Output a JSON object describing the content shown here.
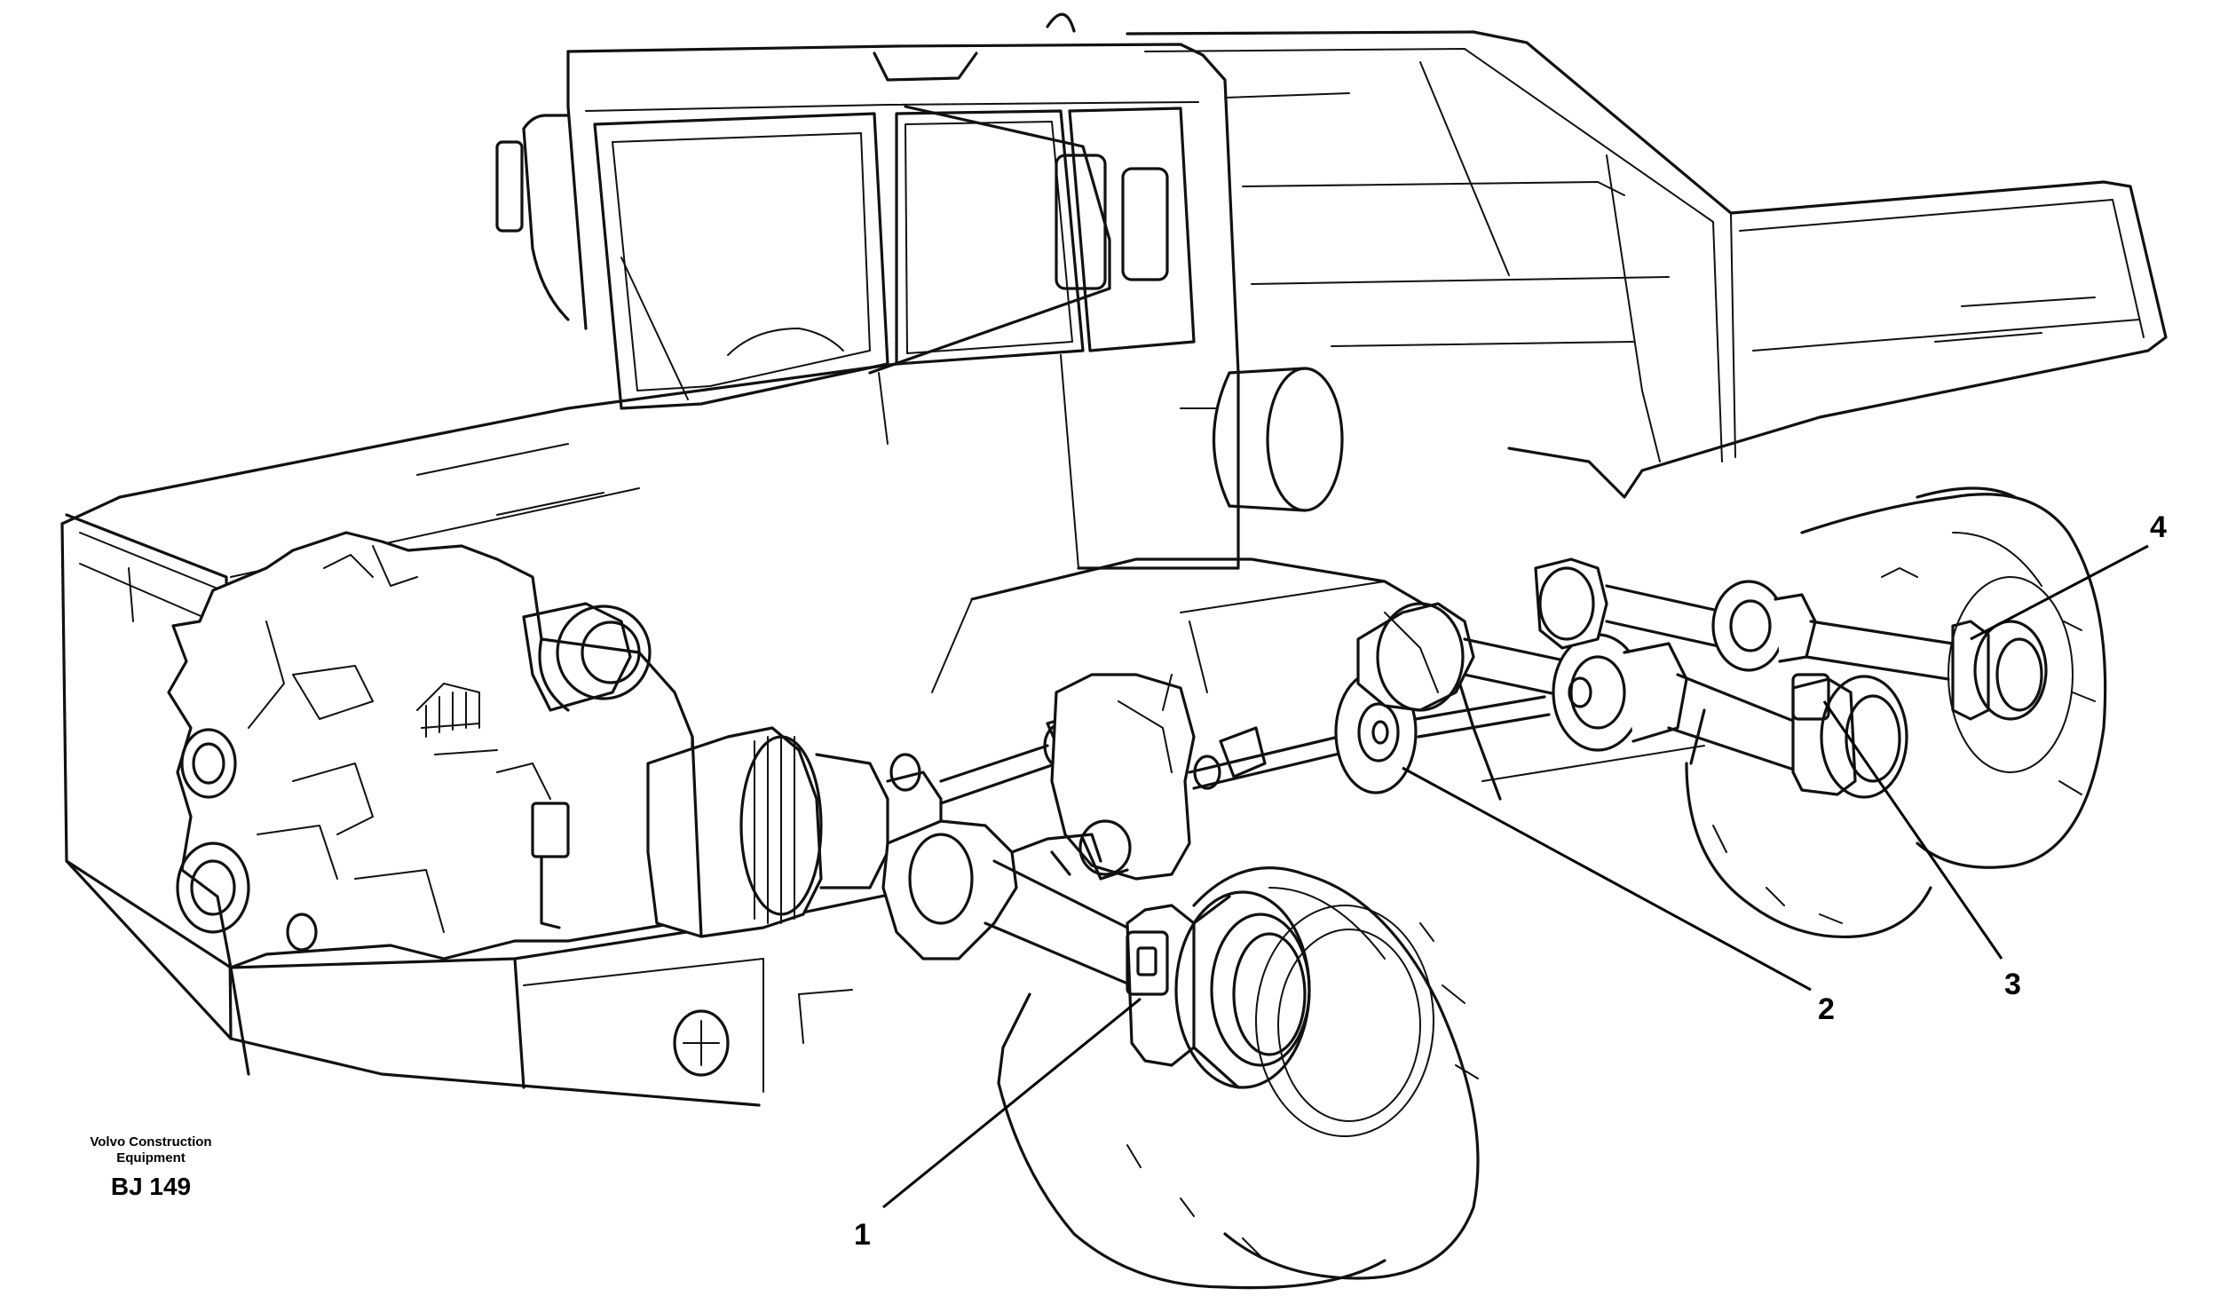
{
  "figure": {
    "callouts": [
      {
        "id": "1",
        "label": "1"
      },
      {
        "id": "2",
        "label": "2"
      },
      {
        "id": "3",
        "label": "3"
      },
      {
        "id": "4",
        "label": "4"
      }
    ]
  },
  "caption": {
    "brand_line1": "Volvo Construction",
    "brand_line2": "Equipment",
    "figure_code": "BJ 149"
  },
  "colors": {
    "ink": "#111111",
    "background": "#ffffff"
  }
}
